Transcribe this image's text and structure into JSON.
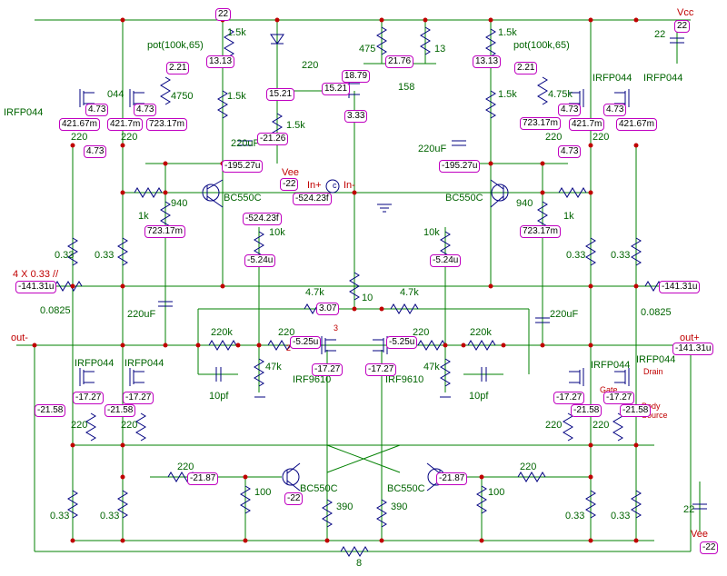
{
  "colors": {
    "wire": "#008000",
    "component": "#000080",
    "probe": "#c000c0",
    "dot": "#c00000"
  },
  "supply": {
    "vcc_label": "Vcc",
    "vcc_value": "22",
    "vcc_node": "22",
    "vee_label": "Vee",
    "vee_value": "22",
    "vee_node": "-22",
    "top_node": "22",
    "mid_vee_node": "-22"
  },
  "ports": {
    "out_minus": "out-",
    "out_plus": "out+",
    "in_plus": "In+",
    "in_minus": "In-",
    "load": "8",
    "four_x": "4 X 0.33 //",
    "gate": "Gate",
    "drain": "Drain",
    "body": "Body",
    "source": "Source"
  },
  "labels": {
    "pot_left": "pot(100k,65)",
    "pot_right": "pot(100k,65)",
    "r1k5_a": "1.5k",
    "r1k5_b": "1.5k",
    "r1k5_c": "1.5k",
    "r1k5_d": "1.5k",
    "r1k5_e": "1.5k",
    "r4750": "4750",
    "r4k75": "4.75k",
    "r220_top": "220",
    "r475": "475",
    "r13": "13",
    "r158": "158",
    "irfp_tl1": "IRFP044",
    "irfp_tl2": "044",
    "irfp_tr1": "IRFP044",
    "irfp_tr2": "IRFP044",
    "r220_tl1": "220",
    "r220_tl2": "220",
    "r220_tr1": "220",
    "r220_tr2": "220",
    "c220u_l": "220uF",
    "c220u_r": "220uF",
    "c220u_ml": "220uF",
    "c220u_mr": "220uF",
    "bc_l": "BC550C",
    "bc_r": "BC550C",
    "bc_bl": "BC550C",
    "bc_br": "BC550C",
    "r940_l": "940",
    "r940_r": "940",
    "r1k_l": "1k",
    "r1k_r": "1k",
    "r033_1": "0.33",
    "r033_2": "0.33",
    "r033_3": "0.33",
    "r033_4": "0.33",
    "r033_5": "0.33",
    "r033_6": "0.33",
    "r033_7": "0.33",
    "r033_8": "0.33",
    "r10k_l": "10k",
    "r10k_r": "10k",
    "r10": "10",
    "r4k7_l": "4.7k",
    "r4k7_r": "4.7k",
    "r0825_l": "0.0825",
    "r0825_r": "0.0825",
    "r220k_l": "220k",
    "r220k_r": "220k",
    "r220_ml": "220",
    "r220_mr": "220",
    "r47k_l": "47k",
    "r47k_r": "47k",
    "c10p_l": "10pf",
    "c10p_r": "10pf",
    "irf9610_l": "IRF9610",
    "irf9610_r": "IRF9610",
    "irfp_bl1": "IRFP044",
    "irfp_bl2": "IRFP044",
    "irfp_br1": "IRFP044",
    "irfp_br2": "IRFP044",
    "r220_bl1": "220",
    "r220_bl2": "220",
    "r220_br1": "220",
    "r220_br2": "220",
    "r220_bml": "220",
    "r220_bmr": "220",
    "r100_l": "100",
    "r100_r": "100",
    "r390_l": "390",
    "r390_r": "390",
    "r22_bottom": "22",
    "pin3": "3",
    "pin2": "2"
  },
  "probes": {
    "p_2_21_l": "2.21",
    "p_13_13_l": "13.13",
    "p_4_73_a": "4.73",
    "p_4_73_b": "4.73",
    "p_421_67_l": "421.67m",
    "p_421_7_l": "421.7m",
    "p_723_17_a": "723.17m",
    "p_4_73_c": "4.73",
    "p_195_27_l": "-195.27u",
    "p_723_17_b": "723.17m",
    "p_524_23f_l": "-524.23f",
    "p_5_24_l": "-5.24u",
    "p_141_31_l": "-141.31u",
    "p_15_21_a": "15.21",
    "p_15_21_b": "15.21",
    "p_21_26": "-21.26",
    "p_vee_mid": "-22",
    "p_524_23f_c": "-524.23f",
    "p_18_79": "18.79",
    "p_3_33": "3.33",
    "p_21_76": "21.76",
    "p_13_13_r": "13.13",
    "p_2_21_r": "2.21",
    "p_723_17_c": "723.17m",
    "p_4_73_d": "4.73",
    "p_421_7_r": "421.7m",
    "p_421_67_r": "421.67m",
    "p_4_73_e": "4.73",
    "p_4_73_f": "4.73",
    "p_195_27_r": "-195.27u",
    "p_723_17_d": "723.17m",
    "p_5_24_r": "-5.24u",
    "p_141_31_r": "-141.31u",
    "p_3_07": "3.07",
    "p_5_25_l": "-5.25u",
    "p_5_25_r": "-5.25u",
    "p_17_27_a": "-17.27",
    "p_17_27_b": "-17.27",
    "p_141_31_out": "-141.31u",
    "p_17_27_c": "-17.27",
    "p_17_27_d": "-17.27",
    "p_21_58_a": "-21.58",
    "p_21_58_b": "-21.58",
    "p_17_27_e": "-17.27",
    "p_17_27_f": "-17.27",
    "p_21_58_c": "-21.58",
    "p_21_58_d": "-21.58",
    "p_21_87_l": "-21.87",
    "p_22_bl": "-22",
    "p_21_87_r": "-21.87",
    "p_22_vee": "-22",
    "p_c_src": "c"
  }
}
